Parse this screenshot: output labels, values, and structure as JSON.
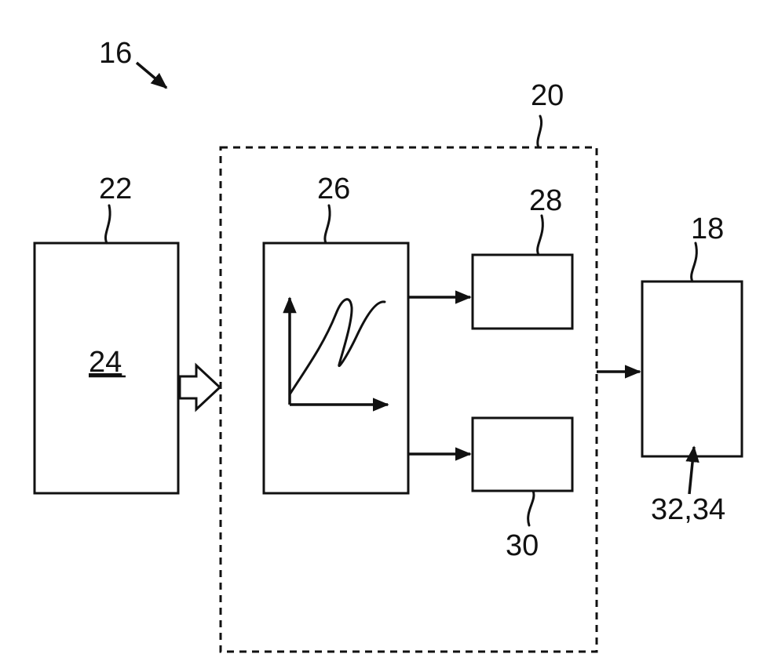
{
  "figure": {
    "ref_16": "16",
    "ref_20": "20",
    "ref_22": "22",
    "ref_24": "24",
    "ref_26": "26",
    "ref_28": "28",
    "ref_30": "30",
    "ref_18": "18",
    "ref_32_34": "32,34"
  }
}
